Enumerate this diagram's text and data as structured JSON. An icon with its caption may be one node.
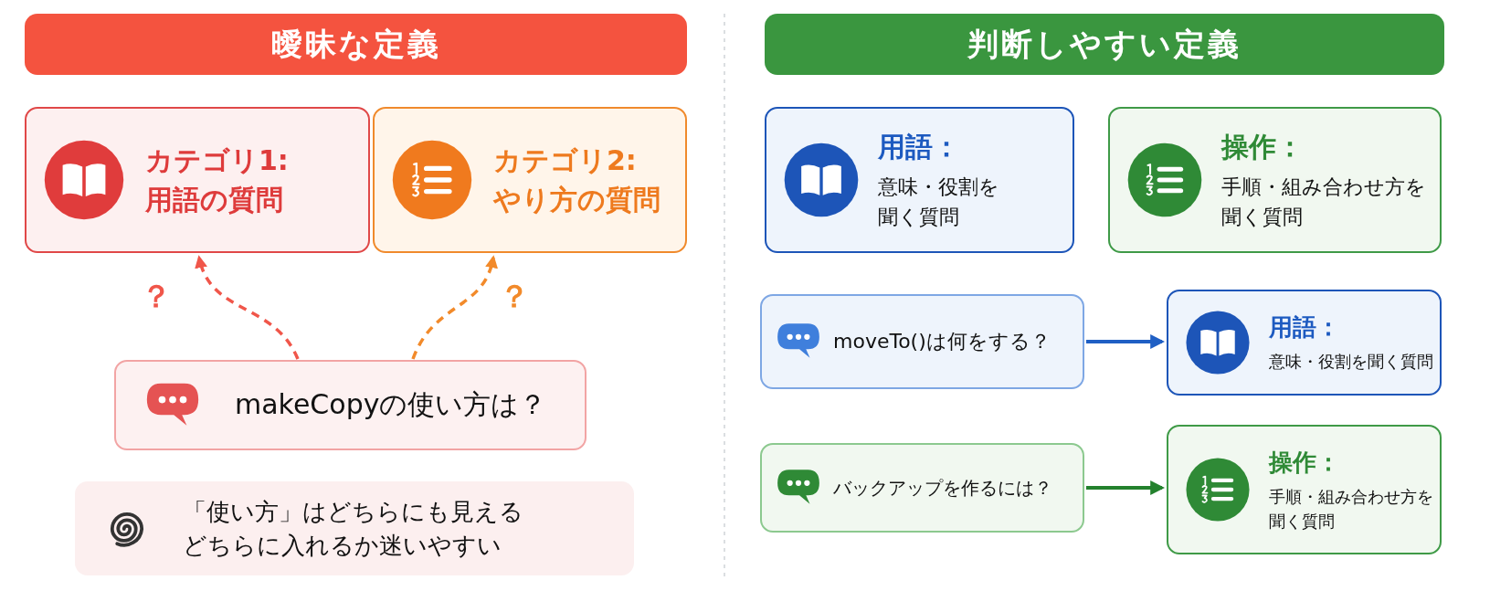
{
  "diagram": {
    "nodes": [
      {
        "text": [
          "曖昧な定義"
        ]
      },
      {
        "text": [
          "カテゴリ1:用語の質問"
        ]
      },
      {
        "text": [
          "カテゴリ2:やり方の質問"
        ]
      },
      {
        "text": [
          "makeCopyの使い方は？"
        ]
      },
      {
        "text": [
          "「使い方」はどちらにも見えるどちらに入れるか迷いやすい"
        ]
      },
      {
        "text": [
          "判断しやすい定義"
        ]
      },
      {
        "text": [
          "用語：",
          "意味・役割を聞く質問"
        ]
      },
      {
        "text": [
          "操作：",
          "手順・組み合わせ方を聞く質問"
        ]
      },
      {
        "text": [
          "moveTo()は何をする？"
        ]
      },
      {
        "text": [
          "用語：",
          "意味・役割を聞く質問"
        ]
      },
      {
        "text": [
          "バックアップを作るには？"
        ]
      },
      {
        "text": [
          "操作：",
          "手順・組み合わせ方を聞く質問"
        ]
      }
    ],
    "edges": [
      {
        "from": 3,
        "to": 1,
        "arrow": "to",
        "style": "dashed",
        "color": "#f0564a"
      },
      {
        "from": 3,
        "to": 2,
        "arrow": "to",
        "style": "dashed",
        "color": "#f28a2a"
      },
      {
        "from": 8,
        "to": 9,
        "arrow": "to",
        "color": "#1f5fc4"
      },
      {
        "from": 10,
        "to": 11,
        "arrow": "to",
        "color": "#23812d"
      }
    ],
    "labels": [
      "？",
      "？"
    ]
  }
}
